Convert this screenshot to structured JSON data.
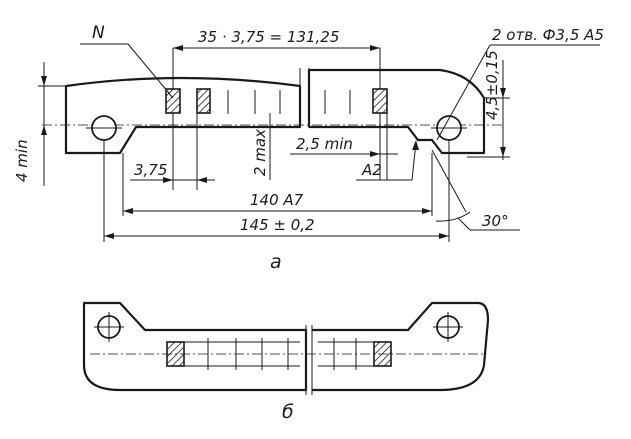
{
  "view_a": {
    "label_n": "N",
    "dim_pitch": "35 · 3,75 = 131,25",
    "dim_holes": "2 отв. Ф3,5 А5",
    "dim_4min": "4 min",
    "dim_375": "3,75",
    "dim_2max": "2 max",
    "dim_25min": "2,5 min",
    "dim_a2": "А2",
    "dim_45": "4,5±0,15",
    "dim_140": "140 А7",
    "dim_145": "145 ± 0,2",
    "dim_30": "30°",
    "caption": "а"
  },
  "view_b": {
    "caption": "б"
  }
}
